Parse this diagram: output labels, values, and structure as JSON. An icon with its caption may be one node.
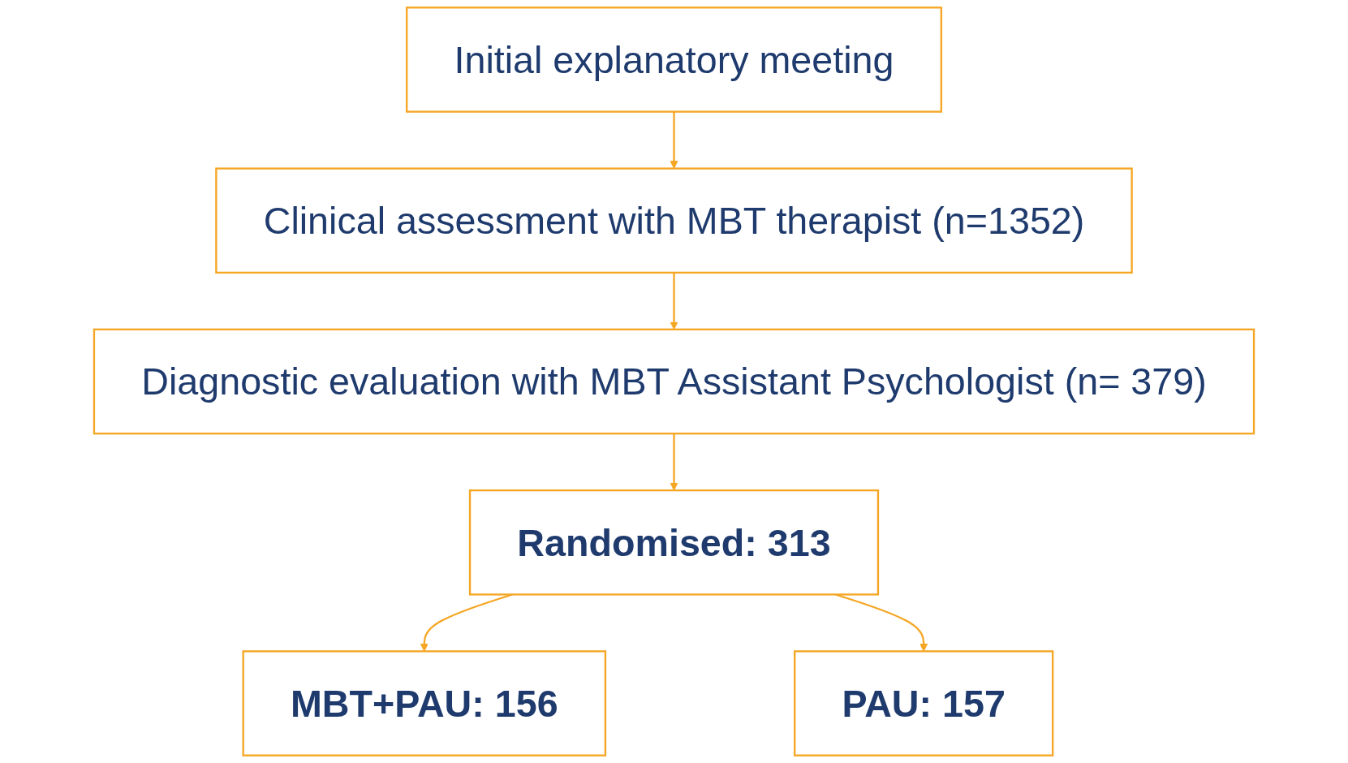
{
  "diagram": {
    "nodes": [
      {
        "text": [
          "Initial explanatory meeting"
        ]
      },
      {
        "text": [
          "Clinical assessment with MBT therapist (n=1352)"
        ]
      },
      {
        "text": [
          "Diagnostic evaluation with MBT Assistant Psychologist (n= 379)"
        ]
      },
      {
        "text": [
          "Randomised: 313"
        ]
      },
      {
        "text": [
          "MBT+PAU: 156"
        ]
      },
      {
        "text": [
          "PAU: 157"
        ]
      }
    ],
    "edges": [
      {
        "from": 0,
        "to": 1,
        "arrow": "to"
      },
      {
        "from": 1,
        "to": 2,
        "arrow": "to"
      },
      {
        "from": 2,
        "to": 3,
        "arrow": "to"
      },
      {
        "from": 3,
        "to": 4,
        "arrow": "to"
      },
      {
        "from": 3,
        "to": 5,
        "arrow": "to"
      }
    ]
  }
}
